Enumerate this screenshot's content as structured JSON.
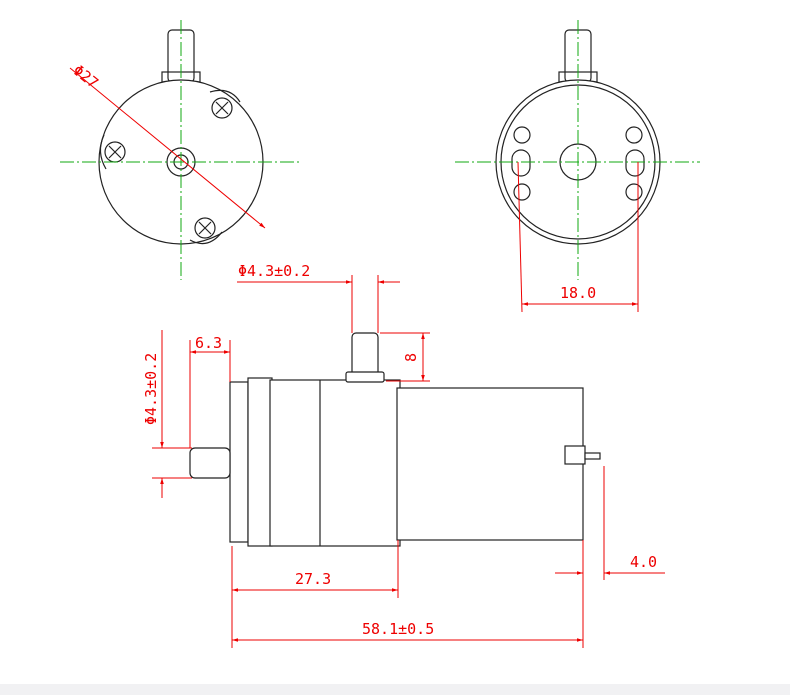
{
  "dimensions": {
    "housing_diameter": "Φ27",
    "top_shaft_diameter": "Φ4.3±0.2",
    "output_shaft_diameter": "Φ4.3±0.2",
    "output_shaft_length": "6.3",
    "top_shaft_height": "8",
    "terminal_spacing": "18.0",
    "gearbox_length": "27.3",
    "overall_length": "58.1±0.5",
    "terminal_length": "4.0"
  },
  "colors": {
    "dimension": "#e00000",
    "centerline": "#11aa11",
    "outline": "#222222"
  }
}
